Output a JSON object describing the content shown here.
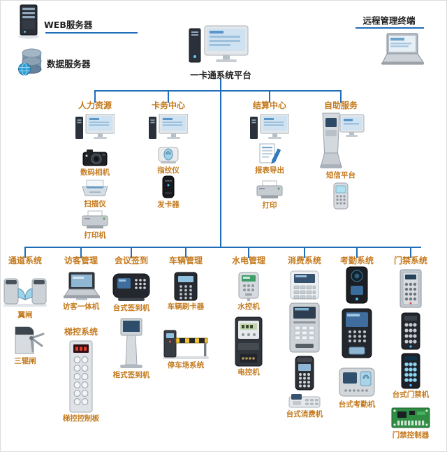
{
  "colors": {
    "connector_blue": "#1e6db8",
    "label_orange": "#c4791c",
    "text_dark": "#1f1f1f"
  },
  "top": {
    "web_server": {
      "id": "web-server",
      "label": "WEB服务器",
      "icon": "server-tower-icon"
    },
    "data_server": {
      "id": "data-server",
      "label": "数据服务器",
      "icon": "database-icon"
    },
    "remote_terminal": {
      "id": "remote-terminal",
      "label": "远程管理终端",
      "icon": "laptop-icon"
    },
    "platform": {
      "id": "platform",
      "label": "一卡通系统平台",
      "icon": "desktop-pc-icon"
    }
  },
  "tier2": [
    {
      "id": "hr",
      "label": "人力资源",
      "icon": "workstation-icon",
      "devices": [
        {
          "id": "hr-camera",
          "label": "数码相机",
          "icon": "camera-icon"
        },
        {
          "id": "hr-scanner",
          "label": "扫描仪",
          "icon": "scanner-icon"
        },
        {
          "id": "hr-printer",
          "label": "打印机",
          "icon": "printer-icon"
        }
      ]
    },
    {
      "id": "card-center",
      "label": "卡务中心",
      "icon": "workstation-icon",
      "devices": [
        {
          "id": "cc-fingerprint",
          "label": "指纹仪",
          "icon": "fingerprint-reader-icon"
        },
        {
          "id": "cc-card-issuer",
          "label": "发卡器",
          "icon": "card-issuer-icon"
        }
      ]
    },
    {
      "id": "settlement",
      "label": "结算中心",
      "icon": "workstation-icon",
      "devices": [
        {
          "id": "st-report",
          "label": "报表导出",
          "icon": "report-export-icon"
        },
        {
          "id": "st-print",
          "label": "打印",
          "icon": "printer-icon"
        }
      ]
    },
    {
      "id": "self-service",
      "label": "自助服务",
      "icon": "kiosk-icon",
      "devices": [
        {
          "id": "ss-sms",
          "label": "短信平台",
          "icon": "phone-icon"
        }
      ]
    }
  ],
  "tier3": [
    {
      "id": "channel",
      "label": "通道系统",
      "devices": [
        {
          "id": "wing-gate",
          "label": "翼闸",
          "icon": "wing-gate-icon"
        },
        {
          "id": "turnstile",
          "label": "三辊闸",
          "icon": "turnstile-icon"
        }
      ]
    },
    {
      "id": "visitor",
      "label": "访客管理",
      "devices": [
        {
          "id": "visitor-machine",
          "label": "访客一体机",
          "icon": "visitor-machine-icon"
        },
        {
          "id": "elevator-section",
          "label": "梯控系统",
          "icon": "none"
        },
        {
          "id": "elevator-panel",
          "label": "梯控控制板",
          "icon": "elevator-panel-icon"
        }
      ]
    },
    {
      "id": "meeting",
      "label": "会议签到",
      "devices": [
        {
          "id": "checkin-desktop",
          "label": "台式签到机",
          "icon": "checkin-desktop-icon"
        },
        {
          "id": "checkin-kiosk",
          "label": "柜式签到机",
          "icon": "kiosk-floor-icon"
        }
      ]
    },
    {
      "id": "vehicle",
      "label": "车辆管理",
      "devices": [
        {
          "id": "vehicle-reader",
          "label": "车辆刷卡器",
          "icon": "vehicle-reader-icon"
        },
        {
          "id": "parking",
          "label": "停车场系统",
          "icon": "barrier-icon"
        }
      ]
    },
    {
      "id": "utility",
      "label": "水电管理",
      "devices": [
        {
          "id": "water-controller",
          "label": "水控机",
          "icon": "water-controller-icon"
        },
        {
          "id": "electric-controller",
          "label": "电控机",
          "icon": "electric-meter-icon"
        }
      ]
    },
    {
      "id": "consumption",
      "label": "消费系统",
      "devices": [
        {
          "id": "pos-terminal",
          "label": "",
          "icon": "pos-white-icon"
        },
        {
          "id": "pos-upright",
          "label": "",
          "icon": "atm-icon"
        },
        {
          "id": "pos-handheld",
          "label": "",
          "icon": "handheld-pos-icon"
        },
        {
          "id": "pos-desktop",
          "label": "台式消费机",
          "icon": "pos-small-icon"
        }
      ]
    },
    {
      "id": "attendance",
      "label": "考勤系统",
      "devices": [
        {
          "id": "face-terminal",
          "label": "",
          "icon": "face-device-icon"
        },
        {
          "id": "attendance-terminal",
          "label": "",
          "icon": "attendance-terminal-icon"
        },
        {
          "id": "attendance-desktop",
          "label": "台式考勤机",
          "icon": "fingerprint-attendance-icon"
        }
      ]
    },
    {
      "id": "access",
      "label": "门禁系统",
      "devices": [
        {
          "id": "access-reader",
          "label": "",
          "icon": "access-reader-icon"
        },
        {
          "id": "access-keypad",
          "label": "",
          "icon": "keypad-dark-icon"
        },
        {
          "id": "access-desktop",
          "label": "台式门禁机",
          "icon": "keypad-blue-icon"
        },
        {
          "id": "access-controller",
          "label": "门禁控制器",
          "icon": "pcb-icon"
        }
      ]
    }
  ]
}
